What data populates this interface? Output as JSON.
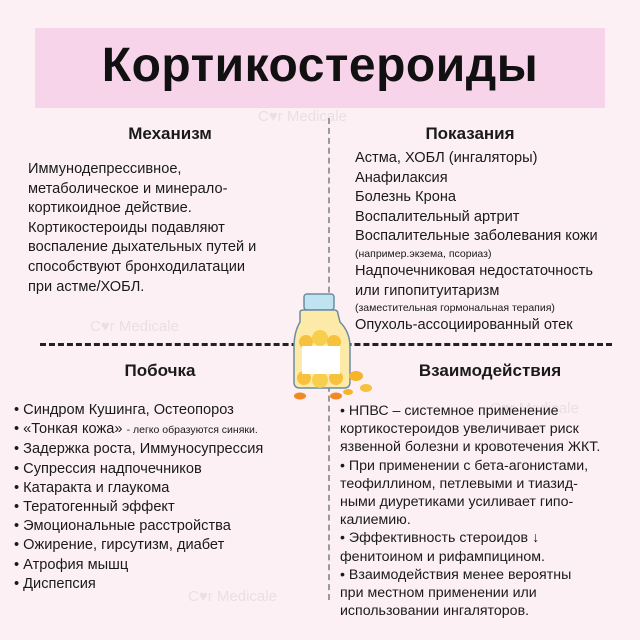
{
  "title": "Кортикостероиды",
  "watermark": "C♥r Medicale",
  "sections": {
    "mechanism": {
      "heading": "Механизм",
      "lines": [
        "Иммунодепрессивное,",
        "метаболическое и минерало-",
        "кортикоидное действие.",
        "Кортикостероиды подавляют",
        "воспаление дыхательных путей и",
        "способствуют бронходилатации",
        "при астме/ХОБЛ."
      ]
    },
    "indications": {
      "heading": "Показания",
      "lines": [
        "Астма, ХОБЛ (ингаляторы)",
        "Анафилаксия",
        "Болезнь Крона",
        "Воспалительный артрит",
        "Воспалительные заболевания кожи",
        "(например.экзема, псориаз)",
        "Надпочечниковая недостаточность",
        "или гипопитуитаризм",
        "(заместительная гормональная терапия)",
        "Опухоль-ассоциированный отек"
      ]
    },
    "side_effects": {
      "heading": "Побочка",
      "items": [
        "• Синдром Кушинга, Остеопороз",
        "• «Тонкая кожа»",
        "- легко образуются синяки.",
        "• Задержка роста, Иммуносупрессия",
        "• Супрессия надпочечников",
        "• Катаракта и глаукома",
        "• Тератогенный эффект",
        "• Эмоциональные расстройства",
        "• Ожирение, гирсутизм, диабет",
        "•  Атрофия мышц",
        "• Диспепсия"
      ]
    },
    "interactions": {
      "heading": "Взаимодействия",
      "lines": [
        "• НПВС – системное применение",
        "кортикостероидов увеличивает риск",
        "язвенной болезни и кровотечения ЖКТ.",
        "• При применении с бета-агонистами,",
        "теофиллином, петлевыми и тиазид-",
        "ными диуретиками усиливает гипо-",
        "калиемию.",
        "• Эффективность стероидов ↓",
        " фенитоином и рифампицином.",
        "• Взаимодействия менее вероятны",
        "при местном применении или",
        "использовании ингаляторов."
      ]
    }
  }
}
